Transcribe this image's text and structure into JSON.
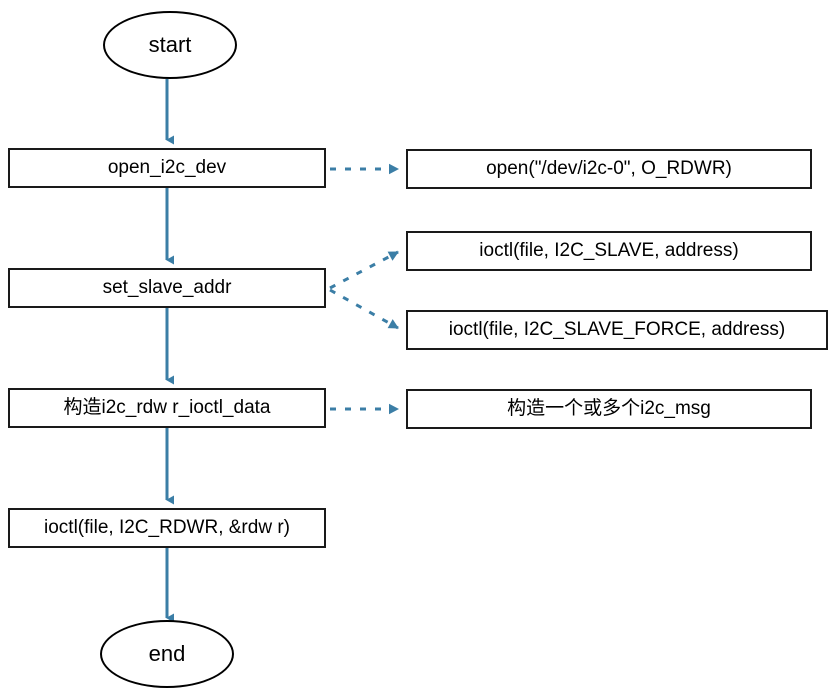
{
  "diagram": {
    "title": "i2c user-space access flow",
    "background_color": "#ffffff",
    "node_border_color": "#1a1a1a",
    "edge_color": "#3b7ea6",
    "text_color": "#000000"
  },
  "nodes": {
    "start": {
      "label": "start",
      "shape": "ellipse"
    },
    "open_i2c_dev": {
      "label": "open_i2c_dev",
      "shape": "rect"
    },
    "open_call": {
      "label": "open(\"/dev/i2c-0\", O_RDWR)",
      "shape": "rect"
    },
    "set_slave_addr": {
      "label": "set_slave_addr",
      "shape": "rect"
    },
    "ioctl_slave": {
      "label": "ioctl(file, I2C_SLAVE, address)",
      "shape": "rect"
    },
    "ioctl_slave_force": {
      "label": "ioctl(file, I2C_SLAVE_FORCE, address)",
      "shape": "rect"
    },
    "build_rdwr_data": {
      "label": "构造i2c_rdw r_ioctl_data",
      "shape": "rect"
    },
    "build_msgs": {
      "label": "构造一个或多个i2c_msg",
      "shape": "rect"
    },
    "ioctl_rdwr": {
      "label": "ioctl(file, I2C_RDWR, &rdw r)",
      "shape": "rect"
    },
    "end": {
      "label": "end",
      "shape": "ellipse"
    }
  },
  "edges": [
    {
      "name": "start-to-open",
      "from": "start",
      "to": "open_i2c_dev",
      "style": "solid",
      "arrow": "down"
    },
    {
      "name": "open-to-open-call",
      "from": "open_i2c_dev",
      "to": "open_call",
      "style": "dashed",
      "arrow": "right"
    },
    {
      "name": "open-to-set-slave",
      "from": "open_i2c_dev",
      "to": "set_slave_addr",
      "style": "solid",
      "arrow": "down"
    },
    {
      "name": "set-slave-to-ioctl-slave",
      "from": "set_slave_addr",
      "to": "ioctl_slave",
      "style": "dashed",
      "arrow": "right"
    },
    {
      "name": "set-slave-to-ioctl-slave-force",
      "from": "set_slave_addr",
      "to": "ioctl_slave_force",
      "style": "dashed",
      "arrow": "right"
    },
    {
      "name": "set-slave-to-build-rdwr",
      "from": "set_slave_addr",
      "to": "build_rdwr_data",
      "style": "solid",
      "arrow": "down"
    },
    {
      "name": "build-rdwr-to-build-msgs",
      "from": "build_rdwr_data",
      "to": "build_msgs",
      "style": "dashed",
      "arrow": "right"
    },
    {
      "name": "build-rdwr-to-ioctl-rdwr",
      "from": "build_rdwr_data",
      "to": "ioctl_rdwr",
      "style": "solid",
      "arrow": "down"
    },
    {
      "name": "ioctl-rdwr-to-end",
      "from": "ioctl_rdwr",
      "to": "end",
      "style": "solid",
      "arrow": "down"
    }
  ]
}
